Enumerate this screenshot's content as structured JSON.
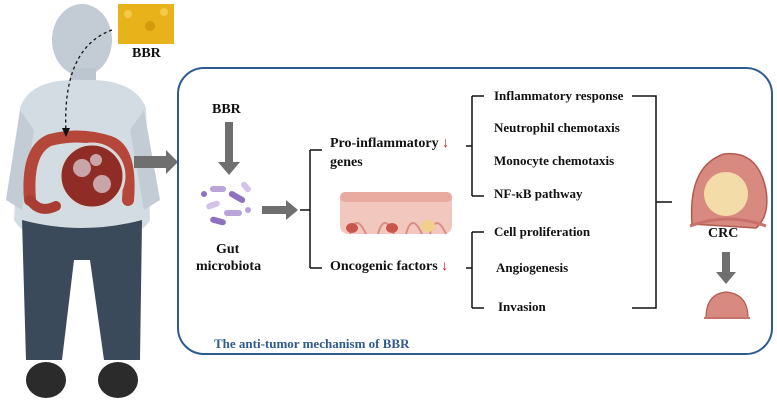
{
  "labels": {
    "bbr_top": "BBR",
    "bbr_box": "BBR",
    "gut": "Gut",
    "microbiota": "microbiota",
    "pro_inflammatory": "Pro-inflammatory",
    "genes": "genes",
    "oncogenic": "Oncogenic factors",
    "crc": "CRC",
    "down_arrow_glyph": "↓"
  },
  "pro_inflammatory_targets": [
    "Inflammatory response",
    "Neutrophil chemotaxis",
    "Monocyte chemotaxis",
    "NF-κB pathway"
  ],
  "oncogenic_targets": [
    "Cell proliferation",
    "Angiogenesis",
    "Invasion"
  ],
  "caption": "The anti-tumor mechanism of BBR",
  "colors": {
    "box_border": "#2e5b8f",
    "caption": "#2e5b8f",
    "arrow_grey": "#6f6f6f",
    "down_arrow_red": "#c0141b",
    "bbr_powder": "#e8b21a",
    "shirt": "#c9d3dd",
    "pants": "#3b4a5a",
    "skin": "#bcc6cf",
    "colon": "#b5463a",
    "tumor": "#e2b0a8"
  }
}
